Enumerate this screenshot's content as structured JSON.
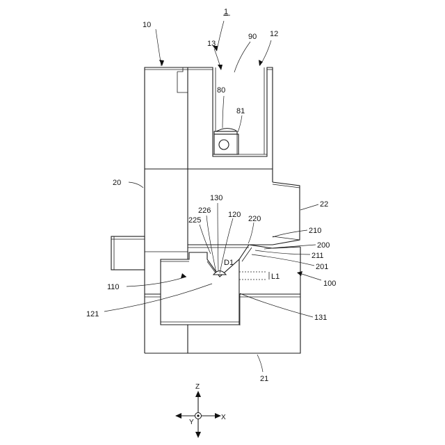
{
  "figure": {
    "title_ref": "1",
    "labels": {
      "l10": "10",
      "l13": "13",
      "l90": "90",
      "l12": "12",
      "l80": "80",
      "l81": "81",
      "l20": "20",
      "l22": "22",
      "l130": "130",
      "l226": "226",
      "l120": "120",
      "l225": "225",
      "l220": "220",
      "l210": "210",
      "l200": "200",
      "l211": "211",
      "l201": "201",
      "lD1": "D1",
      "lL1": "L1",
      "l110": "110",
      "l100": "100",
      "l121": "121",
      "l131": "131",
      "l21": "21"
    },
    "axes": {
      "z": "Z",
      "x": "X",
      "y": "Y"
    }
  }
}
